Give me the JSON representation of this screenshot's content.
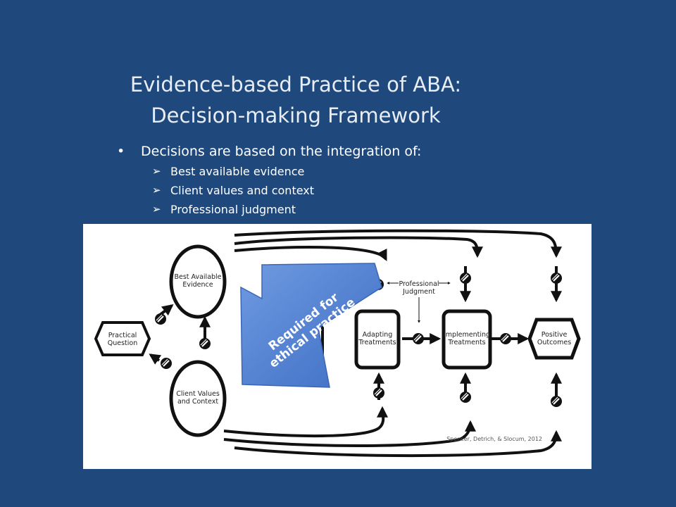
{
  "slide": {
    "title_line1": "Evidence-based Practice of ABA:",
    "title_line2": "Decision-making Framework",
    "bullet_main": "Decisions are based on the integration of:",
    "bullet_marker": "•",
    "sub_marker": "➢",
    "sub_items": [
      "Best available evidence",
      "Client values and context",
      "Professional judgment"
    ]
  },
  "diagram": {
    "nodes": {
      "practical_question": [
        "Practical",
        "Question"
      ],
      "best_evidence": [
        "Best Available",
        "Evidence"
      ],
      "client_values": [
        "Client Values",
        "and Context"
      ],
      "adapting": [
        "Adapting",
        "Treatments"
      ],
      "implementing": [
        "Implementing",
        "Treatments"
      ],
      "positive": [
        "Positive",
        "Outcomes"
      ]
    },
    "professional_judgment": [
      "Professional",
      "Judgment"
    ],
    "banner": [
      "Required for",
      "ethical practice"
    ],
    "citation": "Spencer, Detrich, & Slocum, 2012"
  },
  "colors": {
    "background": "#1f497d",
    "banner": "#4f7fd0"
  }
}
